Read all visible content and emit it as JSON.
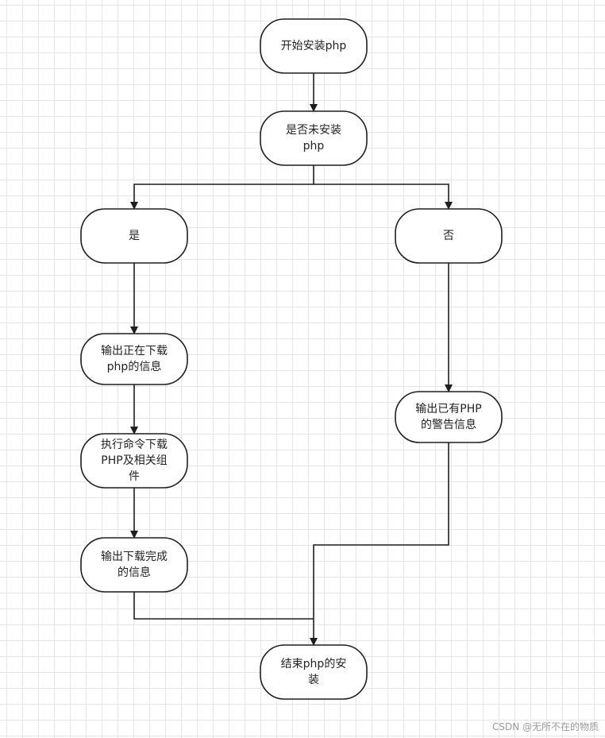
{
  "flowchart": {
    "nodes": [
      {
        "id": "start",
        "lines": [
          "开始安装php"
        ]
      },
      {
        "id": "check",
        "lines": [
          "是否未安装",
          "php"
        ]
      },
      {
        "id": "yes",
        "lines": [
          "是"
        ]
      },
      {
        "id": "no",
        "lines": [
          "否"
        ]
      },
      {
        "id": "downloading",
        "lines": [
          "输出正在下载",
          "php的信息"
        ]
      },
      {
        "id": "exec",
        "lines": [
          "执行命令下载",
          "PHP及相关组",
          "件"
        ]
      },
      {
        "id": "done_msg",
        "lines": [
          "输出下载完成",
          "的信息"
        ]
      },
      {
        "id": "warning",
        "lines": [
          "输出已有PHP",
          "的警告信息"
        ]
      },
      {
        "id": "end",
        "lines": [
          "结束php的安",
          "装"
        ]
      }
    ],
    "edges": [
      {
        "from": "start",
        "to": "check"
      },
      {
        "from": "check",
        "to": "yes"
      },
      {
        "from": "check",
        "to": "no"
      },
      {
        "from": "yes",
        "to": "downloading"
      },
      {
        "from": "downloading",
        "to": "exec"
      },
      {
        "from": "exec",
        "to": "done_msg"
      },
      {
        "from": "done_msg",
        "to": "end"
      },
      {
        "from": "no",
        "to": "warning"
      },
      {
        "from": "warning",
        "to": "end"
      }
    ]
  },
  "watermark": "CSDN @无所不在的物质",
  "colors": {
    "stroke": "#1f1f1f",
    "node_fill": "#ffffff",
    "text": "#222222",
    "grid": "#e6e6e6"
  }
}
